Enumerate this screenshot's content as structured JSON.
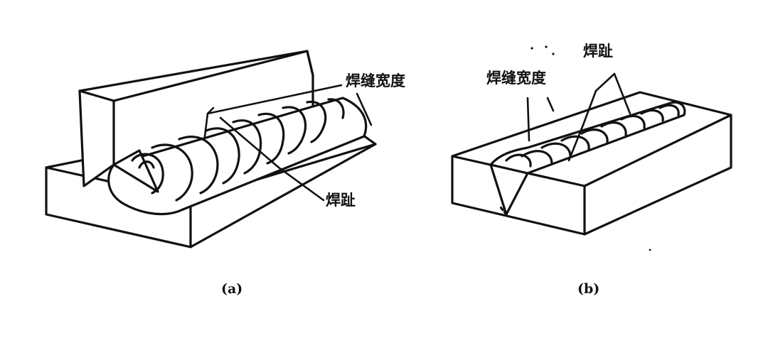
{
  "figure_a": {
    "caption": "(a)",
    "label_weld_width": "焊缝宽度",
    "label_weld_toe": "焊趾"
  },
  "figure_b": {
    "caption": "(b)",
    "label_weld_width": "焊缝宽度",
    "label_weld_toe": "焊趾"
  },
  "colors": {
    "ink": "#111111",
    "background": "#ffffff"
  }
}
